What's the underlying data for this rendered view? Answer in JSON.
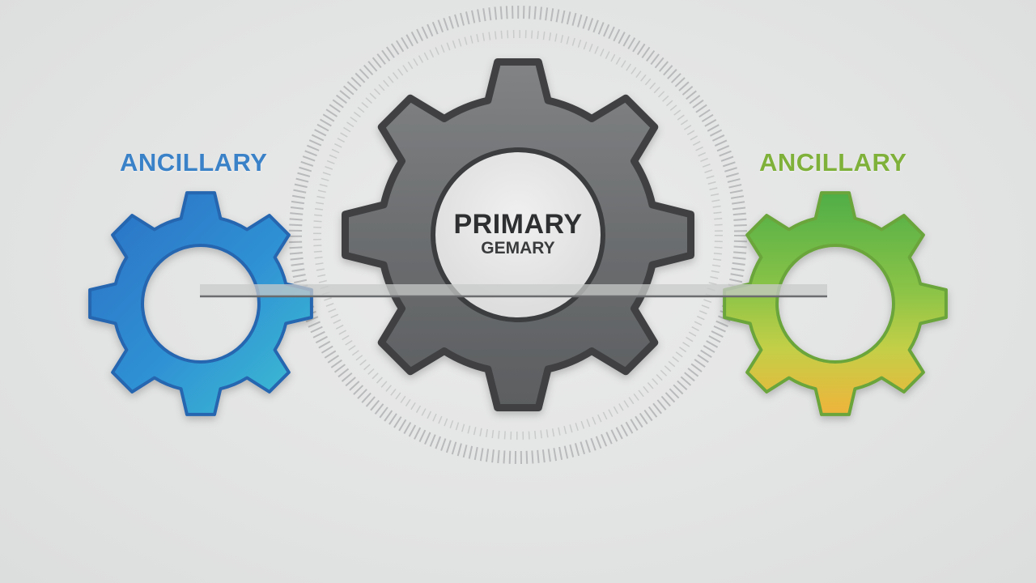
{
  "labels": {
    "left": "ANCILLARY",
    "right": "ANCILLARY",
    "center_main": "PRIMARY",
    "center_sub": "GEMARY"
  },
  "colors": {
    "left_label": "#3a82c8",
    "right_label": "#7fb13a",
    "primary_gear": "#6d6f71",
    "primary_gear_dark": "#3d3f41",
    "hub": "#e6e6e6",
    "blue_gear_top": "#2f7fcb",
    "blue_gear_bottom": "#35b3d6",
    "green_gear_top": "#5cb645",
    "yellow_gear_bottom": "#e8b53a"
  },
  "icons": {
    "primary": "gear-icon",
    "left": "gear-icon",
    "right": "gear-icon"
  }
}
